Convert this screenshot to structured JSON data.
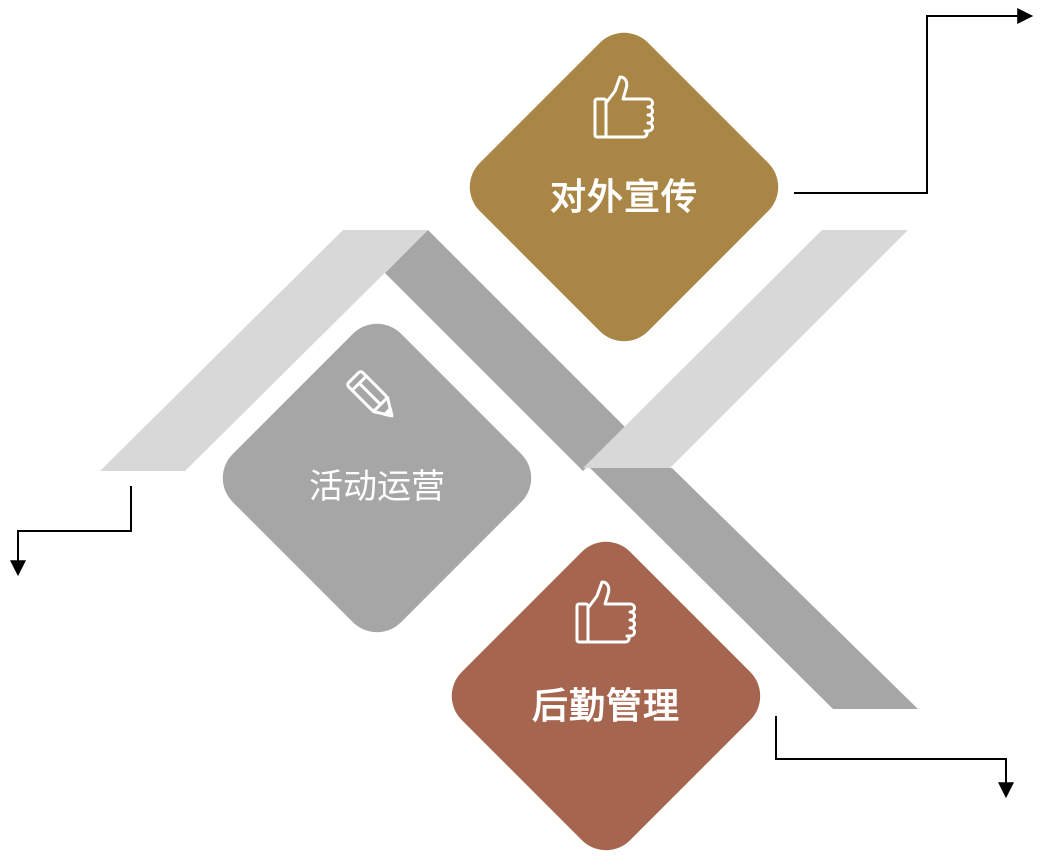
{
  "nodes": [
    {
      "id": "publicity",
      "label": "对外宣传",
      "icon": "thumbs-up-icon",
      "color": "#a98645"
    },
    {
      "id": "activity",
      "label": "活动运营",
      "icon": "pencil-icon",
      "color": "#a6a6a6"
    },
    {
      "id": "logistics",
      "label": "后勤管理",
      "icon": "thumbs-up-icon",
      "color": "#a5654e"
    }
  ],
  "colors": {
    "band_light": "#d8d8d8",
    "band_dark": "#a6a6a6",
    "connector": "#000000",
    "icon": "#ffffff"
  }
}
